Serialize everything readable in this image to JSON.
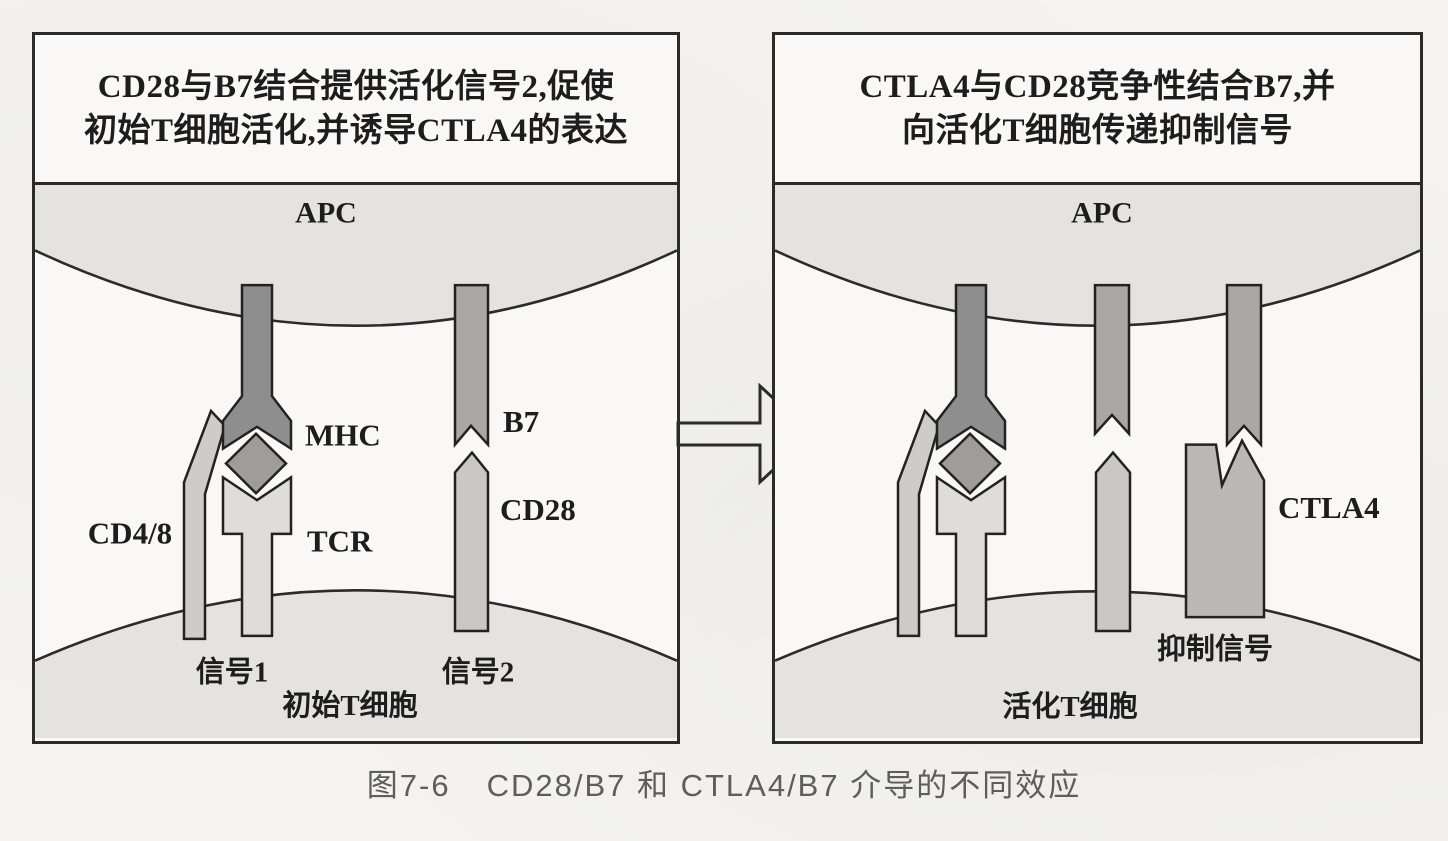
{
  "figure": {
    "caption_label": "图7-6",
    "caption_text": "CD28/B7 和 CTLA4/B7 介导的不同效应"
  },
  "left_panel": {
    "header_line1": "CD28与B7结合提供活化信号2,促使",
    "header_line2": "初始T细胞活化,并诱导CTLA4的表达",
    "apc_label": "APC",
    "tcell_label": "初始T细胞",
    "labels": {
      "cd48": "CD4/8",
      "mhc": "MHC",
      "tcr": "TCR",
      "b7": "B7",
      "cd28": "CD28",
      "signal1": "信号1",
      "signal2": "信号2"
    }
  },
  "right_panel": {
    "header_line1": "CTLA4与CD28竞争性结合B7,并",
    "header_line2": "向活化T细胞传递抑制信号",
    "apc_label": "APC",
    "tcell_label": "活化T细胞",
    "labels": {
      "ctla4": "CTLA4",
      "inhibitory_signal": "抑制信号"
    }
  },
  "colors": {
    "cell": "#e4e3e0",
    "mhc": "#8e8e8e",
    "peptide": "#9e9d9b",
    "tcr": "#dedddb",
    "cd48": "#cdccc9",
    "b7": "#a9a8a5",
    "cd28": "#c9c8c5",
    "ctla4": "#b9b8b5"
  }
}
